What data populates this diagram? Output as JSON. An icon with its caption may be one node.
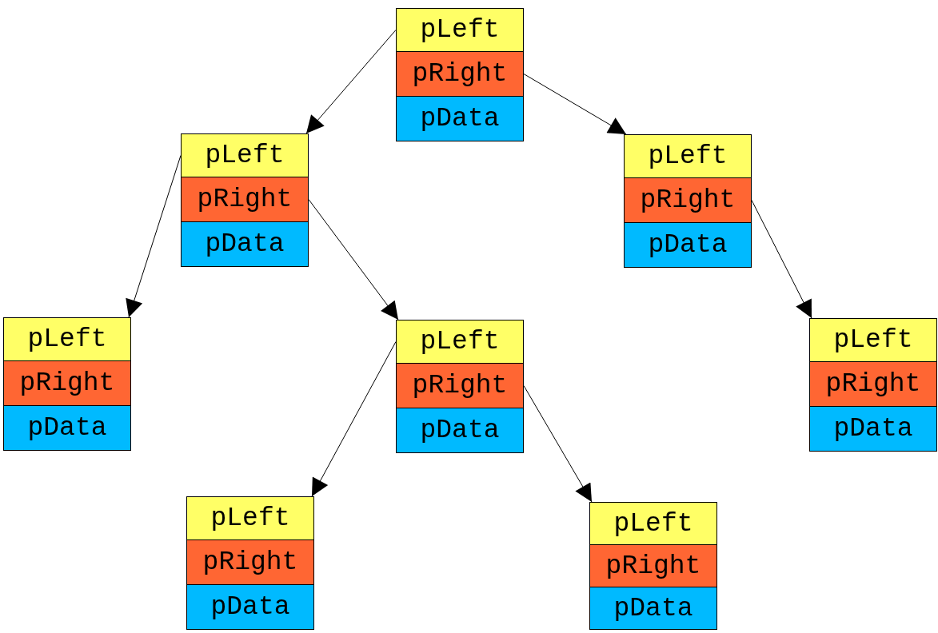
{
  "diagram": {
    "nodes": [
      {
        "text": [
          "pLeft"
        ]
      },
      {
        "text": [
          "pRight"
        ]
      },
      {
        "text": [
          "pData"
        ]
      },
      {
        "text": [
          "pLeft"
        ]
      },
      {
        "text": [
          "pRight"
        ]
      },
      {
        "text": [
          "pData"
        ]
      },
      {
        "text": [
          "pLeft"
        ]
      },
      {
        "text": [
          "pRight"
        ]
      },
      {
        "text": [
          "pData"
        ]
      },
      {
        "text": [
          "pLeft"
        ]
      },
      {
        "text": [
          "pRight"
        ]
      },
      {
        "text": [
          "pData"
        ]
      },
      {
        "text": [
          "pLeft"
        ]
      },
      {
        "text": [
          "pRight"
        ]
      },
      {
        "text": [
          "pData"
        ]
      },
      {
        "text": [
          "pLeft"
        ]
      },
      {
        "text": [
          "pRight"
        ]
      },
      {
        "text": [
          "pData"
        ]
      },
      {
        "text": [
          "pLeft"
        ]
      },
      {
        "text": [
          "pRight"
        ]
      },
      {
        "text": [
          "pData"
        ]
      },
      {
        "text": [
          "pLeft"
        ]
      },
      {
        "text": [
          "pRight"
        ]
      },
      {
        "text": [
          "pData"
        ]
      }
    ],
    "edges": [
      {
        "from": 0,
        "to": 3,
        "arrow": "to"
      },
      {
        "from": 1,
        "to": 6,
        "arrow": "to"
      },
      {
        "from": 3,
        "to": 9,
        "arrow": "to"
      },
      {
        "from": 4,
        "to": 12,
        "arrow": "to"
      },
      {
        "from": 7,
        "to": 15,
        "arrow": "to"
      },
      {
        "from": 12,
        "to": 18,
        "arrow": "to"
      },
      {
        "from": 13,
        "to": 21,
        "arrow": "to"
      }
    ]
  }
}
